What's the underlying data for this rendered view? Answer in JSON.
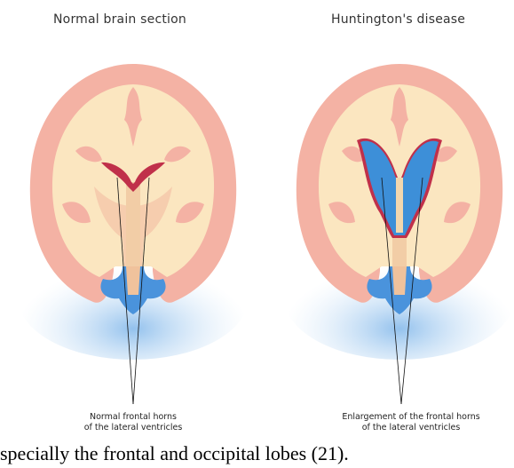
{
  "panels": {
    "left": {
      "title": "Normal brain section",
      "caption_line1": "Normal frontal horns",
      "caption_line2": "of the lateral ventricles"
    },
    "right": {
      "title": "Huntington's disease",
      "caption_line1": "Enlargement of the frontal horns",
      "caption_line2": "of the lateral ventricles"
    }
  },
  "footer_text": "specially the frontal and occipital lobes (21).",
  "colors": {
    "cortex": "#f4b2a4",
    "white_matter": "#fbe6c0",
    "ventricle_normal": "#c0304a",
    "ventricle_enlarged": "#3d8fd8",
    "csf_blue": "#4a93dc"
  }
}
